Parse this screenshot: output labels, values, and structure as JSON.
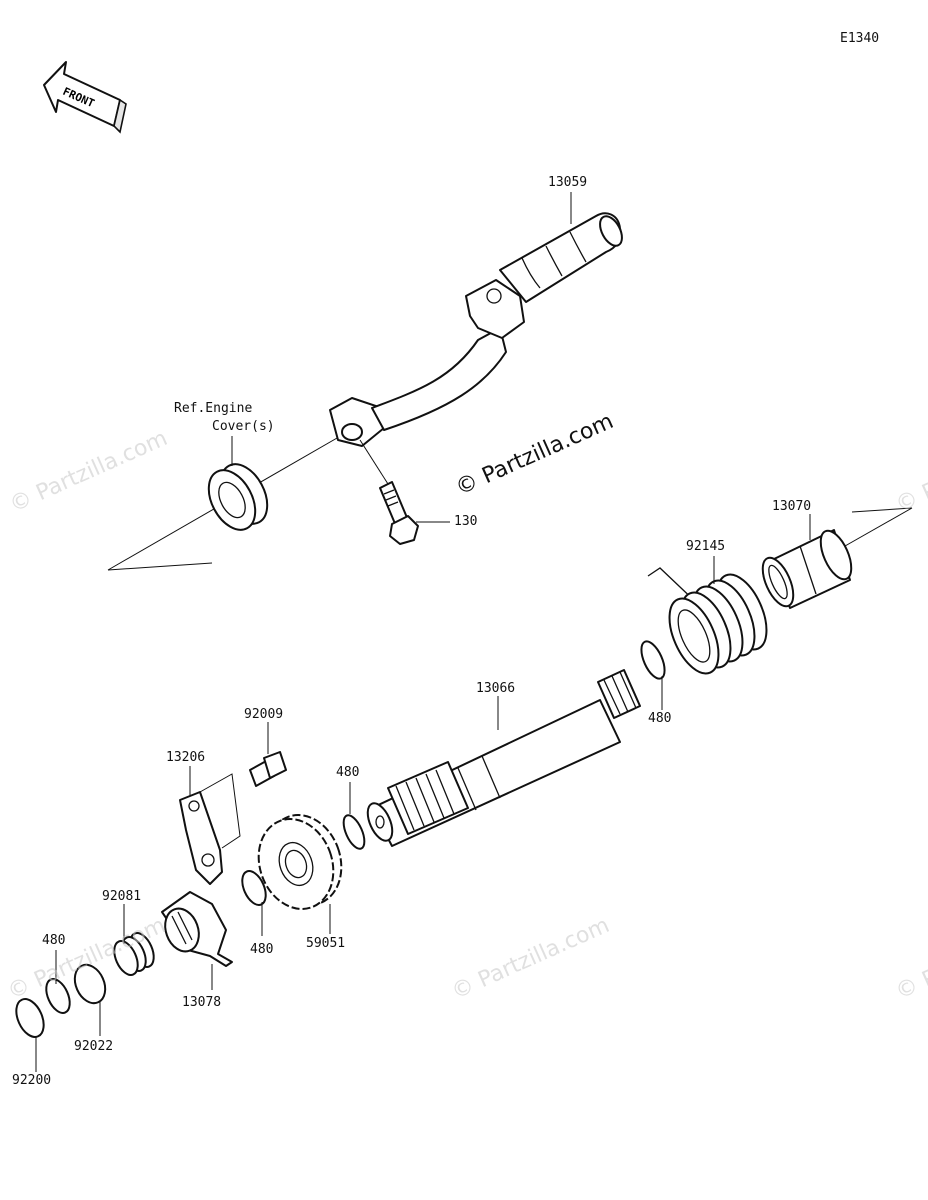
{
  "diagram_code": "E1340",
  "front_label": "FRONT",
  "watermark_main": "© Partzilla.com",
  "watermark_faint": "© Partzilla.com",
  "reference_note": {
    "line1": "Ref.Engine",
    "line2": "Cover(s)"
  },
  "parts": {
    "p13059": "13059",
    "p130": "130",
    "p13070": "13070",
    "p92145": "92145",
    "p480_upper": "480",
    "p13066": "13066",
    "p92009": "92009",
    "p13206": "13206",
    "p480_mid": "480",
    "p480_gear": "480",
    "p59051": "59051",
    "p92081": "92081",
    "p480_left": "480",
    "p13078": "13078",
    "p92022": "92022",
    "p92200": "92200"
  }
}
